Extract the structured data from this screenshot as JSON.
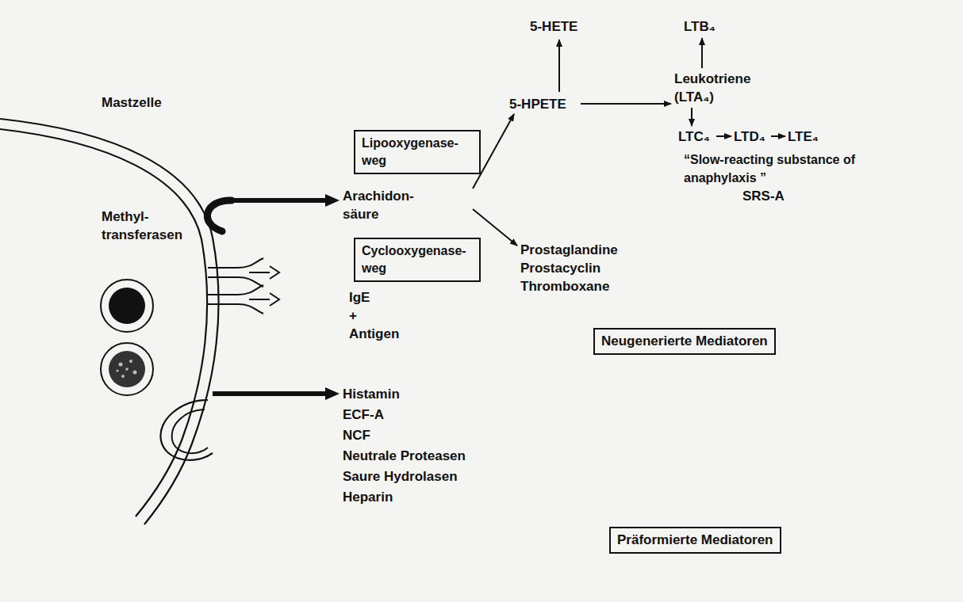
{
  "diagram": {
    "nodes": [
      {
        "text": [
          "Lipooxygenase- weg"
        ]
      },
      {
        "text": [
          "Cyclooxygenase- weg"
        ]
      },
      {
        "text": [
          "Neugenerierte Mediatoren"
        ]
      },
      {
        "text": [
          "Präformierte Mediatoren"
        ]
      }
    ],
    "labels": [
      "Mastzelle",
      "Methyl- transferasen",
      "Arachidon- säure",
      "IgE + Antigen",
      "5-HETE",
      "5-HPETE",
      "LTB₄",
      "Leukotriene (LTA₄)",
      "LTC₄",
      "LTD₄",
      "LTE₄",
      "“Slow-reacting substance of anaphylaxis ”",
      "SRS-A",
      "Prostaglandine Prostacyclin Thromboxane",
      "Histamin",
      "ECF-A",
      "NCF",
      "Neutrale Proteasen",
      "Saure Hydrolasen",
      "Heparin"
    ]
  }
}
